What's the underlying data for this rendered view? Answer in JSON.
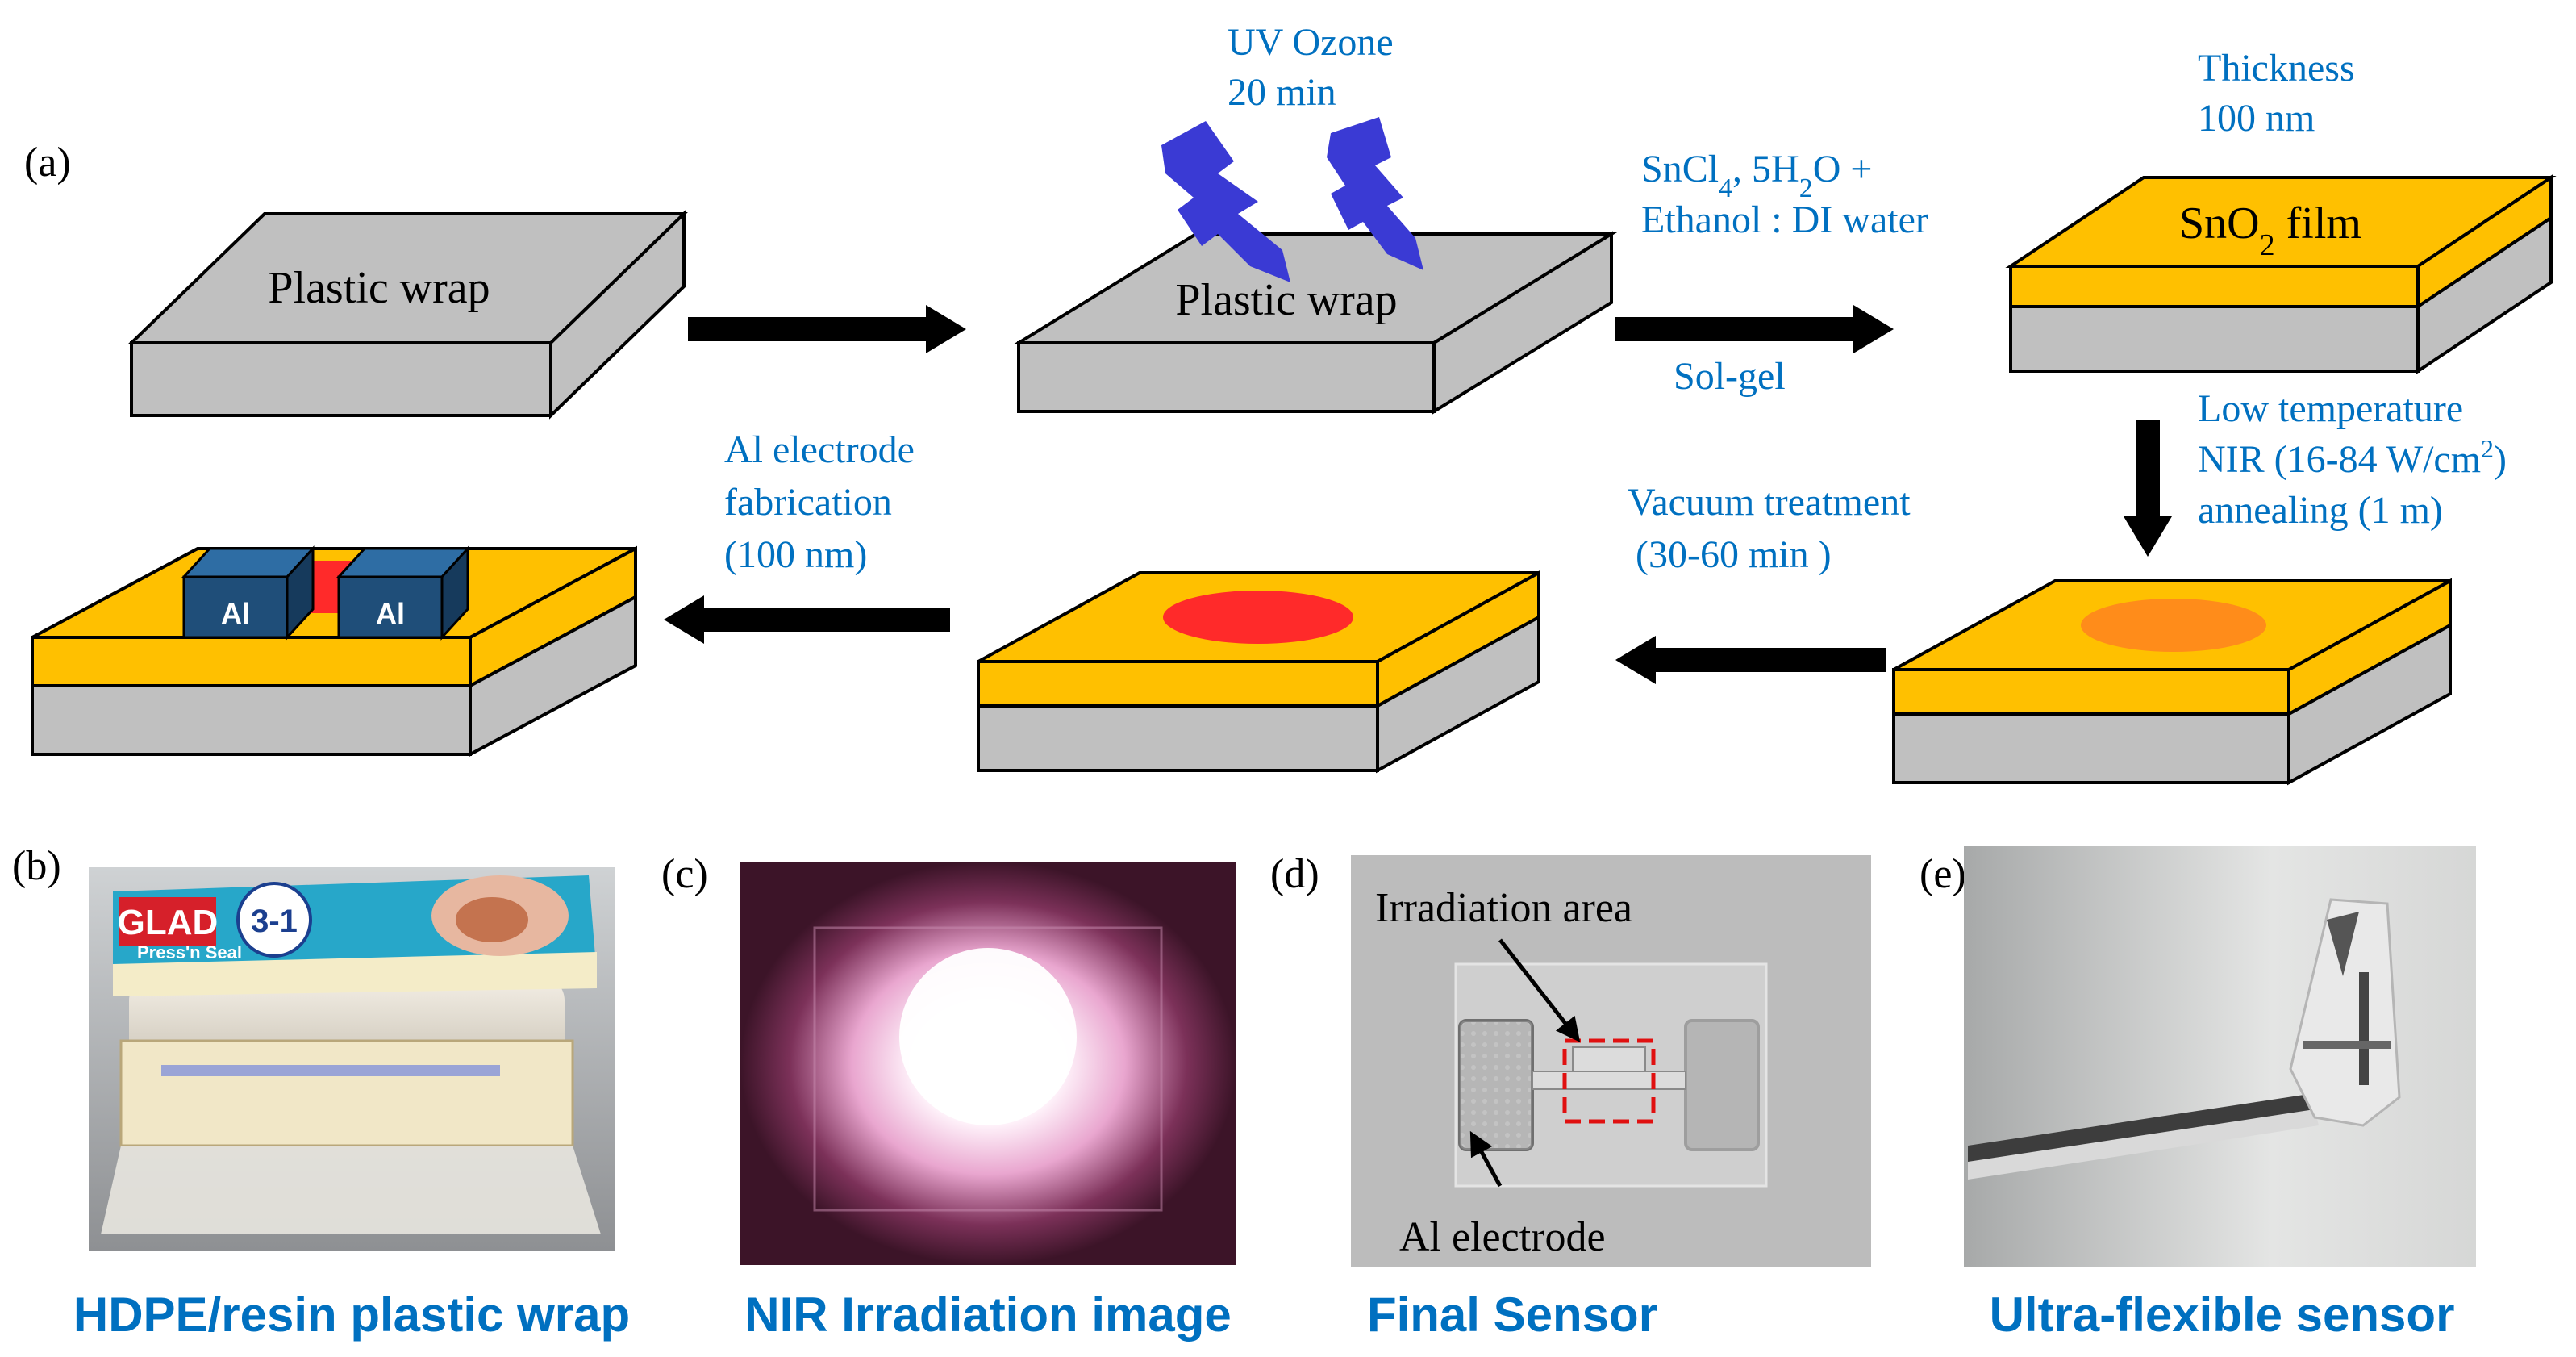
{
  "panels": {
    "a": "(a)",
    "b": "(b)",
    "c": "(c)",
    "d": "(d)",
    "e": "(e)"
  },
  "step1": {
    "label": "Plastic wrap"
  },
  "step2": {
    "label": "Plastic wrap",
    "treatment_line1": "UV Ozone",
    "treatment_line2": "20 min"
  },
  "step3": {
    "precursor_line1": "SnCl",
    "precursor_sub1": "4",
    "precursor_mid": ", 5H",
    "precursor_sub2": "2",
    "precursor_end": "O +",
    "precursor_line2": "Ethanol : DI water",
    "method": "Sol-gel",
    "film_label_main": "SnO",
    "film_label_sub": "2",
    "film_label_end": " film",
    "thickness_line1": "Thickness",
    "thickness_line2": "100 nm"
  },
  "step4": {
    "line1": "Low temperature",
    "line2_pre": "NIR (16-84 W/cm",
    "line2_sup": "2",
    "line2_end": ")",
    "line3": "annealing (1 m)"
  },
  "step5": {
    "line1": "Vacuum treatment",
    "line2": "(30-60 min )"
  },
  "step6": {
    "line1": "Al electrode",
    "line2": "fabrication",
    "line3": "(100 nm)",
    "electrode_left": "Al",
    "electrode_right": "Al"
  },
  "photos": {
    "b": {
      "caption": "HDPE/resin plastic wrap",
      "brand": "GLAD",
      "sub_brand": "Press'n Seal",
      "badge": "3-1"
    },
    "c": {
      "caption": "NIR Irradiation image"
    },
    "d": {
      "caption": "Final Sensor",
      "annotation_top": "Irradiation area",
      "annotation_bottom": "Al electrode"
    },
    "e": {
      "caption": "Ultra-flexible sensor"
    }
  },
  "colors": {
    "substrate": "#c0c0c0",
    "film": "#ffc000",
    "irradiated_spot": "#ff8c1a",
    "treated_spot": "#ff2a2a",
    "electrode": "#1f4e79",
    "uv_ray": "#3a3ad4",
    "label_blue": "#0070c0"
  }
}
